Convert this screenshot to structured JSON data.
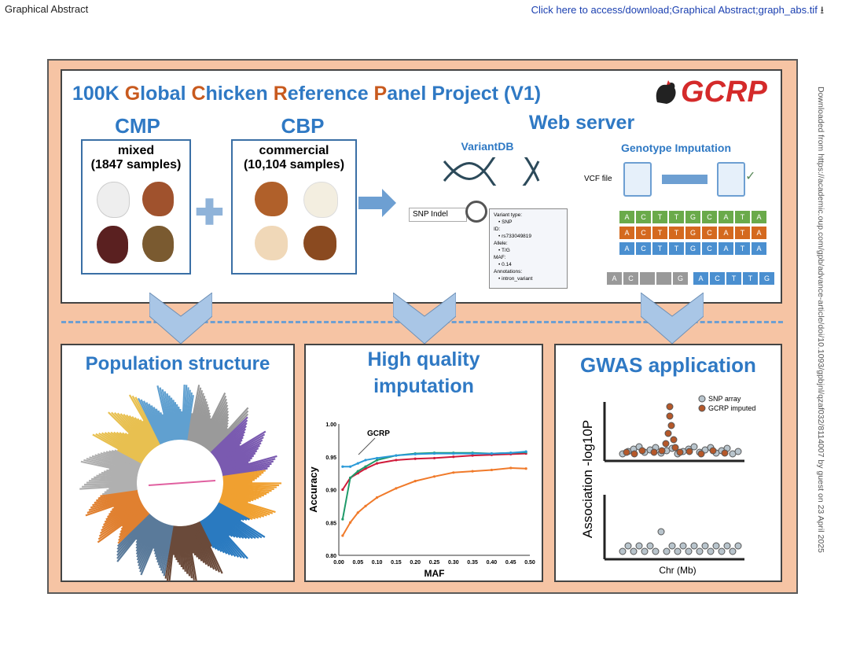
{
  "header": {
    "left": "Graphical Abstract",
    "right": "Click here to access/download;Graphical Abstract;graph_abs.tif",
    "download_icon": "download-icon"
  },
  "side_note": "Downloaded from https://academic.oup.com/gpb/advance-article/doi/10.1093/gpbjnl/qzaf032/8114007 by guest on 23 April 2025",
  "title": {
    "p1": "100K ",
    "g": "G",
    "p2": "lobal ",
    "c": "C",
    "p3": "hicken ",
    "r": "R",
    "p4": "eference ",
    "p": "P",
    "p5": "anel Project (V1)",
    "logo": "GCRP"
  },
  "cmp": {
    "label": "CMP",
    "desc1": "mixed",
    "desc2": "(1847 samples)"
  },
  "cbp": {
    "label": "CBP",
    "desc1": "commercial",
    "desc2": "(10,104 samples)"
  },
  "web_server": "Web server",
  "variantdb": {
    "title": "VariantDB",
    "search": "SNP Indel",
    "info": [
      "Variant type:",
      "• SNP",
      "ID:",
      "• rs733049819",
      "Allele:",
      "• T/G",
      "MAF:",
      "• 0.14",
      "Annotations:",
      "• intron_variant"
    ]
  },
  "imputation": {
    "title": "Genotype Imputation",
    "vcf": "VCF file",
    "seq": [
      "A",
      "C",
      "T",
      "T",
      "G",
      "C",
      "A",
      "T",
      "A"
    ],
    "partial": [
      "A",
      "C",
      "",
      "",
      "G"
    ],
    "imputed": [
      "A",
      "C",
      "T",
      "T",
      "G"
    ],
    "colors": [
      "#6aaa4a",
      "#d4691f",
      "#4a8fd0"
    ]
  },
  "panels": {
    "population": "Population structure",
    "quality1": "High quality",
    "quality2": "imputation",
    "gwas": "GWAS application"
  },
  "chart_data": {
    "type": "line",
    "xlabel": "MAF",
    "ylabel": "Accuracy",
    "xlim": [
      0,
      0.5
    ],
    "ylim": [
      0.8,
      1.0
    ],
    "xticks": [
      "0.00",
      "0.05",
      "0.10",
      "0.15",
      "0.20",
      "0.25",
      "0.30",
      "0.35",
      "0.40",
      "0.45",
      "0.50"
    ],
    "yticks": [
      "0.80",
      "0.85",
      "0.90",
      "0.95",
      "1.00"
    ],
    "annotation": "GCRP",
    "x": [
      0.01,
      0.03,
      0.05,
      0.07,
      0.1,
      0.15,
      0.2,
      0.25,
      0.3,
      0.35,
      0.4,
      0.45,
      0.49
    ],
    "series": [
      {
        "name": "GCRP",
        "color": "#2a9ad8",
        "values": [
          0.935,
          0.935,
          0.94,
          0.945,
          0.948,
          0.952,
          0.954,
          0.955,
          0.955,
          0.955,
          0.955,
          0.956,
          0.958
        ]
      },
      {
        "name": "green",
        "color": "#1f9a6a",
        "values": [
          0.855,
          0.918,
          0.928,
          0.935,
          0.945,
          0.952,
          0.955,
          0.956,
          0.956,
          0.956,
          0.955,
          0.956,
          0.957
        ]
      },
      {
        "name": "red",
        "color": "#d01a3a",
        "values": [
          0.9,
          0.918,
          0.925,
          0.932,
          0.94,
          0.945,
          0.947,
          0.948,
          0.95,
          0.952,
          0.953,
          0.954,
          0.955
        ]
      },
      {
        "name": "orange",
        "color": "#f07a2a",
        "values": [
          0.83,
          0.85,
          0.865,
          0.875,
          0.888,
          0.902,
          0.913,
          0.92,
          0.926,
          0.928,
          0.93,
          0.933,
          0.932
        ]
      }
    ]
  },
  "gwas": {
    "ylabel": "Association -log10P",
    "xlabel": "Chr (Mb)",
    "legend": [
      "SNP array",
      "GCRP imputed"
    ],
    "legend_colors": [
      "#b8c4cc",
      "#b5582a"
    ]
  }
}
